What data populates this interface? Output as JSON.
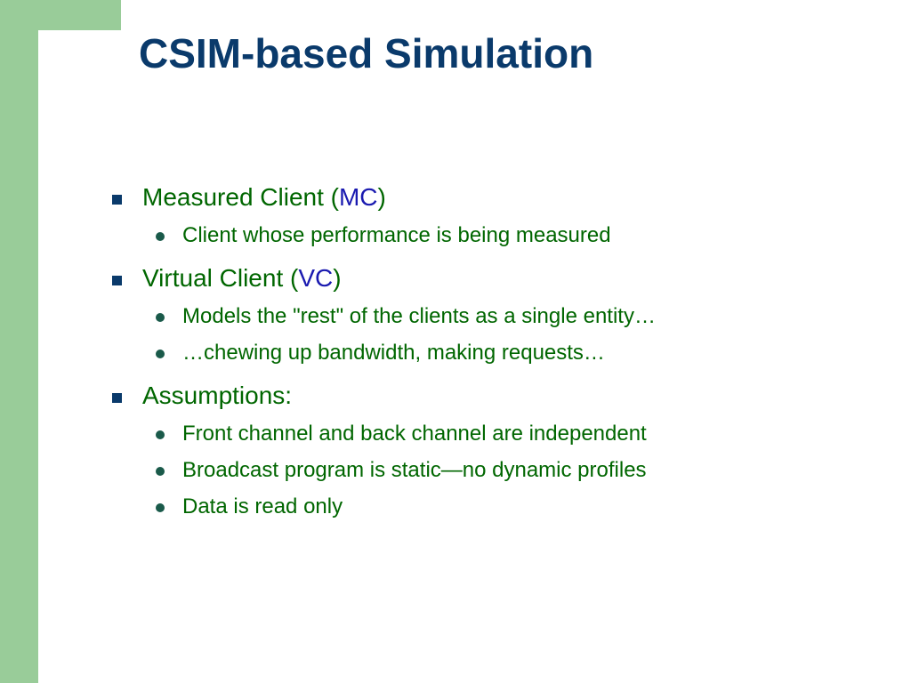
{
  "slide": {
    "title": "CSIM-based Simulation",
    "items": [
      {
        "text_before": "Measured Client (",
        "acronym": "MC",
        "text_after": ")",
        "subitems": [
          "Client whose performance is being measured"
        ]
      },
      {
        "text_before": "Virtual Client (",
        "acronym": "VC",
        "text_after": ")",
        "subitems": [
          "Models the \"rest\" of the clients as a single entity…",
          "…chewing up bandwidth, making requests…"
        ]
      },
      {
        "text_before": "Assumptions:",
        "subitems": [
          "Front channel and back channel are independent",
          "Broadcast program is static—no dynamic profiles",
          "Data is read only"
        ]
      }
    ]
  },
  "colors": {
    "accent_green": "#99cc99",
    "title_blue": "#0a3a6b",
    "text_green": "#006600",
    "acronym_blue": "#1a1ab0"
  }
}
